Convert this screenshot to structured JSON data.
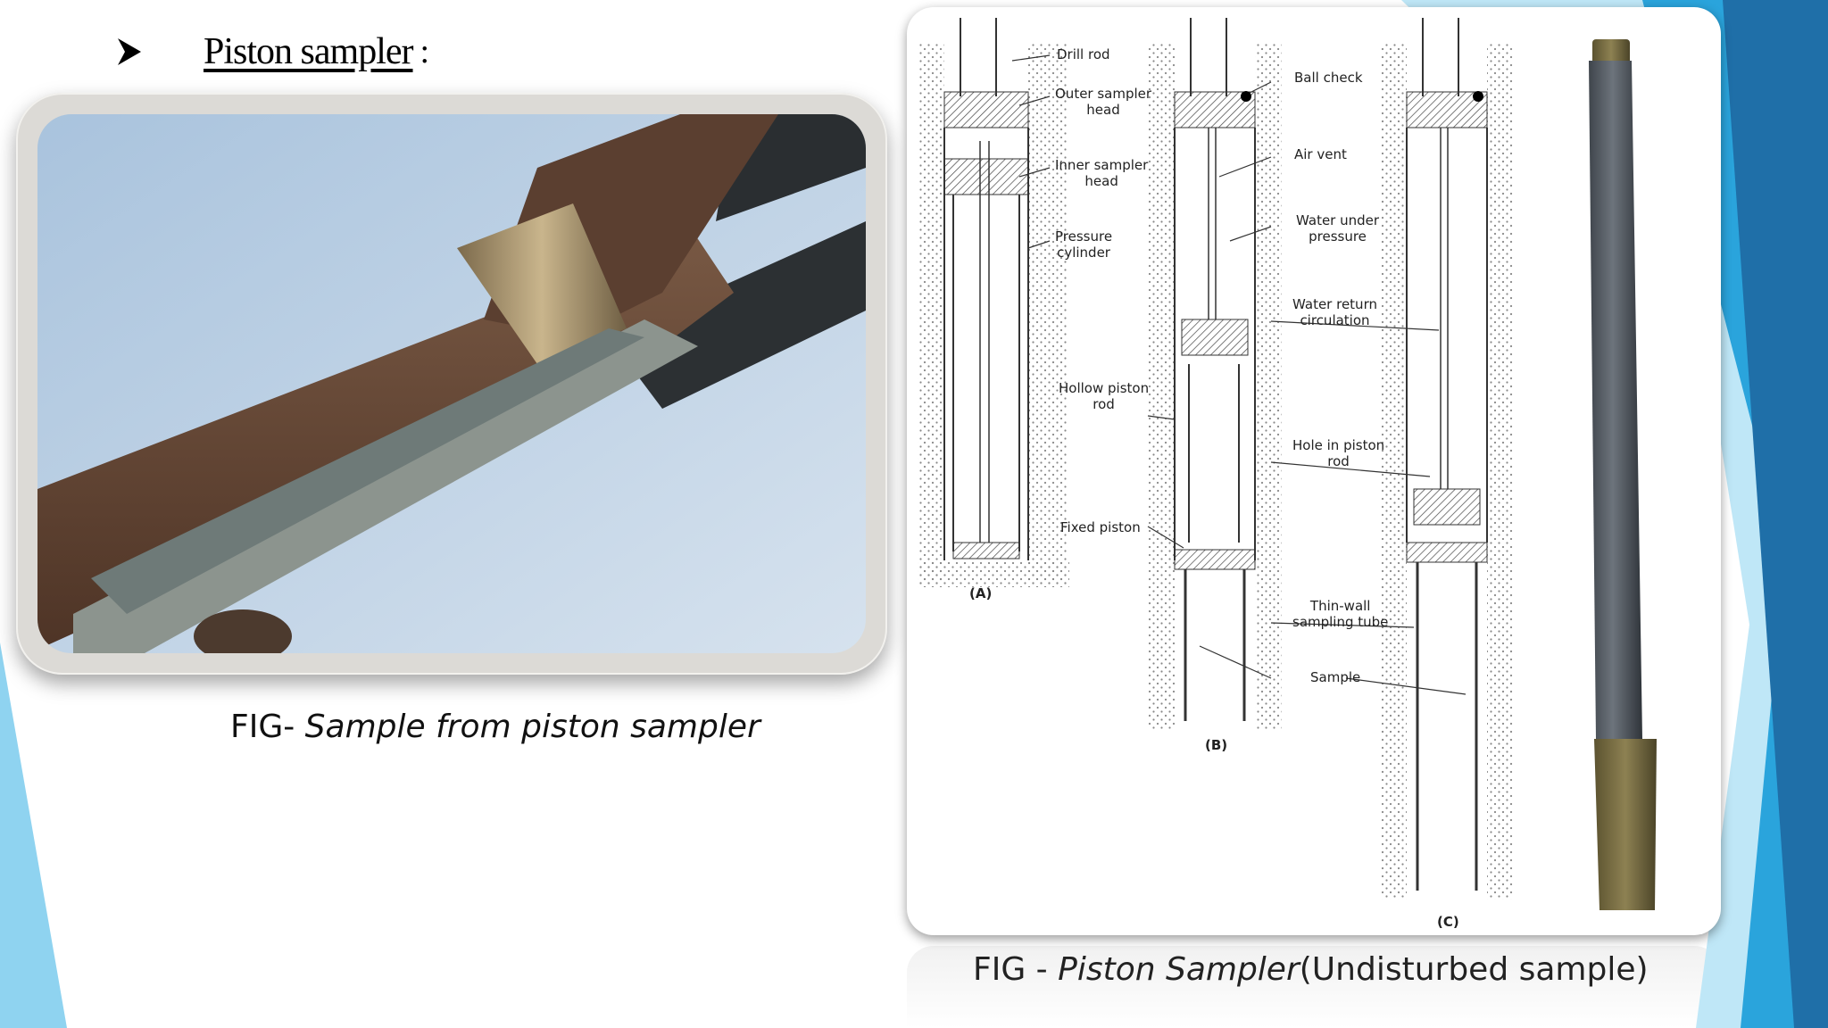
{
  "slide": {
    "title": "Piston sampler",
    "title_suffix": ":",
    "caption_left_prefix": "FIG- ",
    "caption_left_italic": "Sample from piston sampler",
    "caption_right_prefix": "FIG - ",
    "caption_right_italic": "Piston Sampler",
    "caption_right_suffix": "(Undisturbed sample)"
  },
  "diagram": {
    "labels": {
      "drill_rod": "Drill rod",
      "outer_head": [
        "Outer sampler",
        "head"
      ],
      "inner_head": [
        "Inner sampler",
        "head"
      ],
      "pressure_cylinder": [
        "Pressure",
        "cylinder"
      ],
      "hollow_piston": [
        "Hollow piston",
        "rod"
      ],
      "fixed_piston": "Fixed piston",
      "ball_check": "Ball check",
      "air_vent": "Air vent",
      "water_pressure": [
        "Water under",
        "pressure"
      ],
      "water_return": [
        "Water return",
        "circulation"
      ],
      "hole_piston": [
        "Hole in piston",
        "rod"
      ],
      "thin_wall": [
        "Thin-wall",
        "sampling tube"
      ],
      "sample": "Sample"
    },
    "panels": {
      "a": "(A)",
      "b": "(B)",
      "c": "(C)"
    }
  },
  "colors": {
    "decor_light": "#8fd3f0",
    "decor_mid": "#2aa4dc",
    "decor_dark": "#1f6fa8",
    "text": "#111111"
  }
}
